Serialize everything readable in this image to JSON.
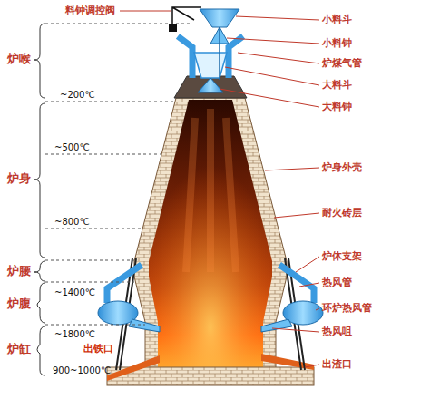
{
  "diagram": {
    "labels": [
      "料钟调控阀",
      "小料斗",
      "小料钟",
      "炉煤气管",
      "大料斗",
      "炉喉",
      "大料钟",
      "~200℃",
      "炉身",
      "~500℃",
      "炉身外壳",
      "耐火砖层",
      "~800℃",
      "炉体支架",
      "炉腰",
      "热风管",
      "~1400℃",
      "炉腹",
      "环炉热风管",
      "~1800℃",
      "热风咀",
      "炉缸",
      "出铁口",
      "出渣口",
      "900~1000℃"
    ]
  }
}
